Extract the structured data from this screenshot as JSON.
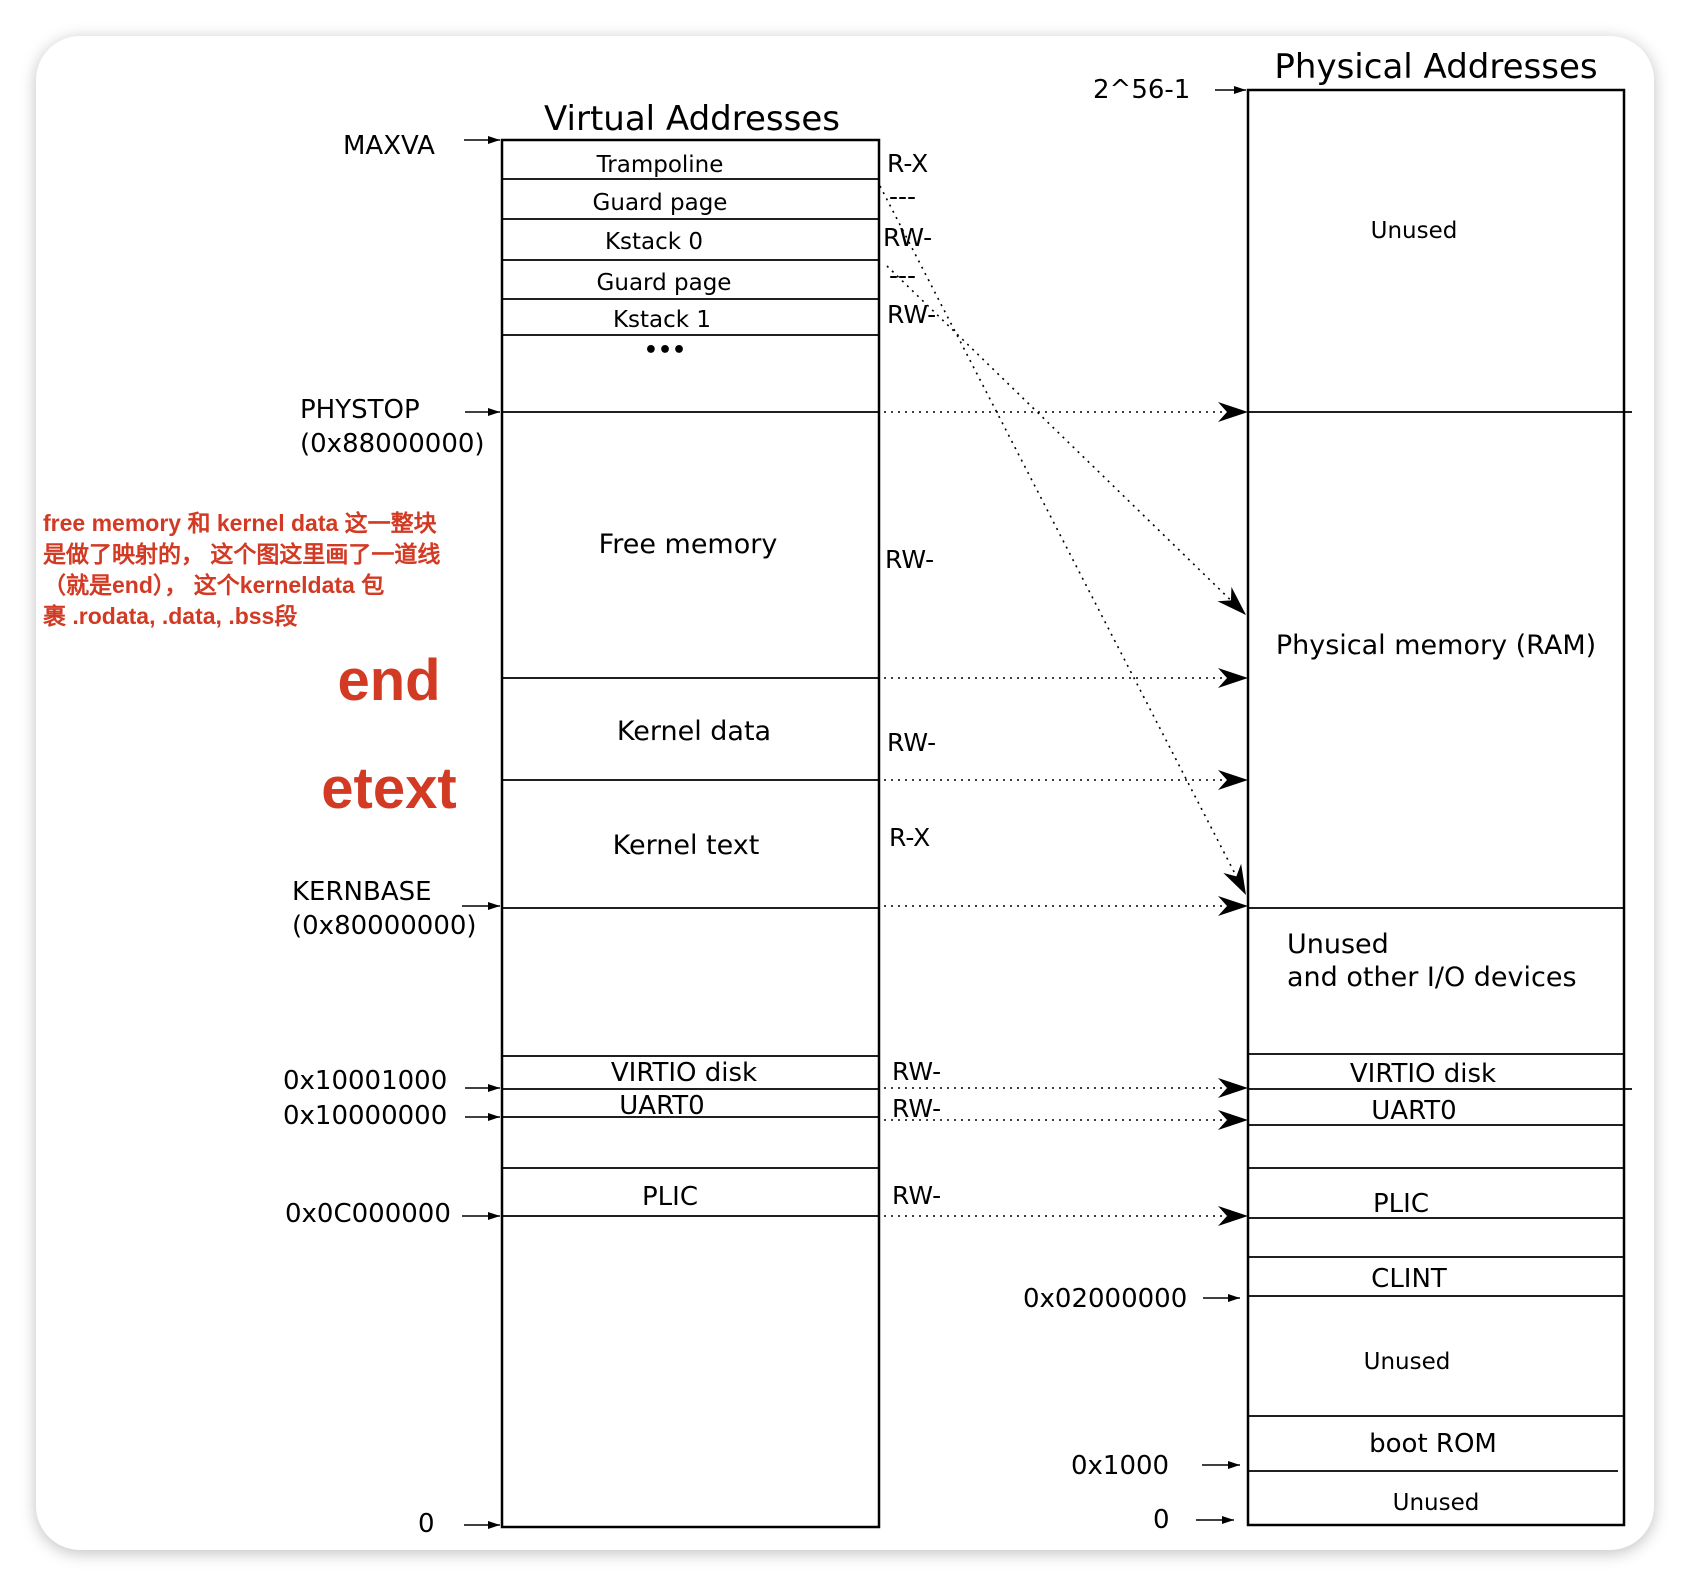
{
  "virtual": {
    "title": "Virtual Addresses",
    "regions": [
      {
        "id": "trampoline",
        "label": "Trampoline",
        "perm": "R-X"
      },
      {
        "id": "guard-page-1",
        "label": "Guard page",
        "perm": "---"
      },
      {
        "id": "kstack-0",
        "label": "Kstack 0",
        "perm": "RW-"
      },
      {
        "id": "guard-page-2",
        "label": "Guard page",
        "perm": "---"
      },
      {
        "id": "kstack-1",
        "label": "Kstack 1",
        "perm": "RW-"
      },
      {
        "id": "ellipsis",
        "label": "•••",
        "perm": ""
      },
      {
        "id": "free-memory",
        "label": "Free memory",
        "perm": "RW-"
      },
      {
        "id": "kernel-data",
        "label": "Kernel data",
        "perm": "RW-"
      },
      {
        "id": "kernel-text",
        "label": "Kernel text",
        "perm": "R-X"
      },
      {
        "id": "virtio-disk",
        "label": "VIRTIO disk",
        "perm": "RW-"
      },
      {
        "id": "uart0",
        "label": "UART0",
        "perm": "RW-"
      },
      {
        "id": "plic",
        "label": "PLIC",
        "perm": "RW-"
      }
    ],
    "address_labels": [
      {
        "id": "maxva",
        "lines": [
          "MAXVA"
        ]
      },
      {
        "id": "phystop",
        "lines": [
          "PHYSTOP",
          "(0x88000000)"
        ]
      },
      {
        "id": "kernbase",
        "lines": [
          "KERNBASE",
          "(0x80000000)"
        ]
      },
      {
        "id": "addr-10001000",
        "lines": [
          "0x10001000"
        ]
      },
      {
        "id": "addr-10000000",
        "lines": [
          "0x10000000"
        ]
      },
      {
        "id": "addr-0c000000",
        "lines": [
          "0x0C000000"
        ]
      },
      {
        "id": "addr-zero",
        "lines": [
          "0"
        ]
      }
    ]
  },
  "physical": {
    "title": "Physical Addresses",
    "regions": [
      {
        "id": "unused-top",
        "lines": [
          "Unused"
        ]
      },
      {
        "id": "ram",
        "lines": [
          "Physical memory (RAM)"
        ]
      },
      {
        "id": "unused-io",
        "lines": [
          "Unused",
          "and other I/O devices"
        ]
      },
      {
        "id": "virtio-disk",
        "lines": [
          "VIRTIO disk"
        ]
      },
      {
        "id": "uart0",
        "lines": [
          "UART0"
        ]
      },
      {
        "id": "plic",
        "lines": [
          "PLIC"
        ]
      },
      {
        "id": "clint",
        "lines": [
          "CLINT"
        ]
      },
      {
        "id": "unused-mid",
        "lines": [
          "Unused"
        ]
      },
      {
        "id": "boot-rom",
        "lines": [
          "boot ROM"
        ]
      },
      {
        "id": "unused-bottom",
        "lines": [
          "Unused"
        ]
      }
    ],
    "address_labels": [
      {
        "id": "addr-2-56",
        "lines": [
          "2^56-1"
        ]
      },
      {
        "id": "addr-02000000",
        "lines": [
          "0x02000000"
        ]
      },
      {
        "id": "addr-1000",
        "lines": [
          "0x1000"
        ]
      },
      {
        "id": "addr-zero",
        "lines": [
          "0"
        ]
      }
    ]
  },
  "annotations": {
    "note_lines": [
      "free memory 和 kernel data 这一整块",
      "是做了映射的， 这个图这里画了一道线",
      "（就是end）， 这个kerneldata 包",
      "裹 .rodata, .data, .bss段"
    ],
    "end_label": "end",
    "etext_label": "etext"
  },
  "colors": {
    "annotation": "#d23a24",
    "line": "#000000",
    "background": "#ffffff"
  }
}
